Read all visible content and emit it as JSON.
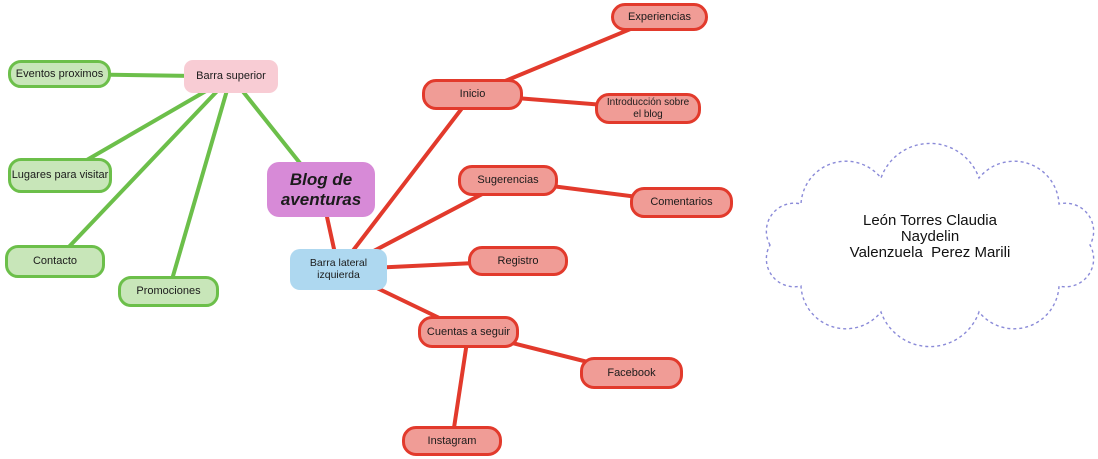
{
  "diagram": {
    "nodes": [
      {
        "id": "eventos-proximos",
        "label": "Eventos proximos",
        "type": "green"
      },
      {
        "id": "lugares-para-visitar",
        "label": "Lugares para visitar",
        "type": "green"
      },
      {
        "id": "contacto",
        "label": "Contacto",
        "type": "green"
      },
      {
        "id": "promociones",
        "label": "Promociones",
        "type": "green"
      },
      {
        "id": "barra-superior",
        "label": "Barra superior",
        "type": "pink"
      },
      {
        "id": "blog-de-aventuras",
        "label": "Blog de\naventuras",
        "type": "purple"
      },
      {
        "id": "barra-lateral-izquierda",
        "label": "Barra lateral\nizquierda",
        "type": "blue"
      },
      {
        "id": "inicio",
        "label": "Inicio",
        "type": "red"
      },
      {
        "id": "experiencias",
        "label": "Experiencias",
        "type": "red"
      },
      {
        "id": "introduccion-sobre-el-blog",
        "label": "Introducción sobre\nel blog",
        "type": "red"
      },
      {
        "id": "sugerencias",
        "label": "Sugerencias",
        "type": "red"
      },
      {
        "id": "comentarios",
        "label": "Comentarios",
        "type": "red"
      },
      {
        "id": "registro",
        "label": "Registro",
        "type": "red"
      },
      {
        "id": "cuentas-a-seguir",
        "label": "Cuentas a seguir",
        "type": "red"
      },
      {
        "id": "facebook",
        "label": "Facebook",
        "type": "red"
      },
      {
        "id": "instagram",
        "label": "Instagram",
        "type": "red"
      }
    ],
    "edges": [
      {
        "from": "eventos-proximos",
        "to": "barra-superior",
        "color": "green"
      },
      {
        "from": "barra-superior",
        "to": "lugares-para-visitar",
        "color": "green"
      },
      {
        "from": "barra-superior",
        "to": "contacto",
        "color": "green"
      },
      {
        "from": "barra-superior",
        "to": "promociones",
        "color": "green"
      },
      {
        "from": "barra-superior",
        "to": "blog-de-aventuras",
        "color": "green"
      },
      {
        "from": "blog-de-aventuras",
        "to": "barra-lateral-izquierda",
        "color": "red"
      },
      {
        "from": "barra-lateral-izquierda",
        "to": "inicio",
        "color": "red"
      },
      {
        "from": "barra-lateral-izquierda",
        "to": "sugerencias",
        "color": "red"
      },
      {
        "from": "barra-lateral-izquierda",
        "to": "registro",
        "color": "red"
      },
      {
        "from": "barra-lateral-izquierda",
        "to": "cuentas-a-seguir",
        "color": "red"
      },
      {
        "from": "inicio",
        "to": "experiencias",
        "color": "red"
      },
      {
        "from": "inicio",
        "to": "introduccion-sobre-el-blog",
        "color": "red"
      },
      {
        "from": "sugerencias",
        "to": "comentarios",
        "color": "red"
      },
      {
        "from": "cuentas-a-seguir",
        "to": "facebook",
        "color": "red"
      },
      {
        "from": "cuentas-a-seguir",
        "to": "instagram",
        "color": "red"
      }
    ],
    "colors": {
      "green_fill": "#c8e6b9",
      "green_border": "#6cbf4a",
      "pink_fill": "#f8ccd4",
      "purple_fill": "#d78ad7",
      "blue_fill": "#aed8f0",
      "red_fill": "#f09c96",
      "red_border": "#e23a2c",
      "line_green": "#6cbf4a",
      "line_red": "#e23a2c",
      "cloud_border": "#8a8ad8"
    }
  },
  "cloud": {
    "lines": [
      "León Torres Claudia",
      "Naydelin",
      "Valenzuela  Perez Marili"
    ]
  }
}
